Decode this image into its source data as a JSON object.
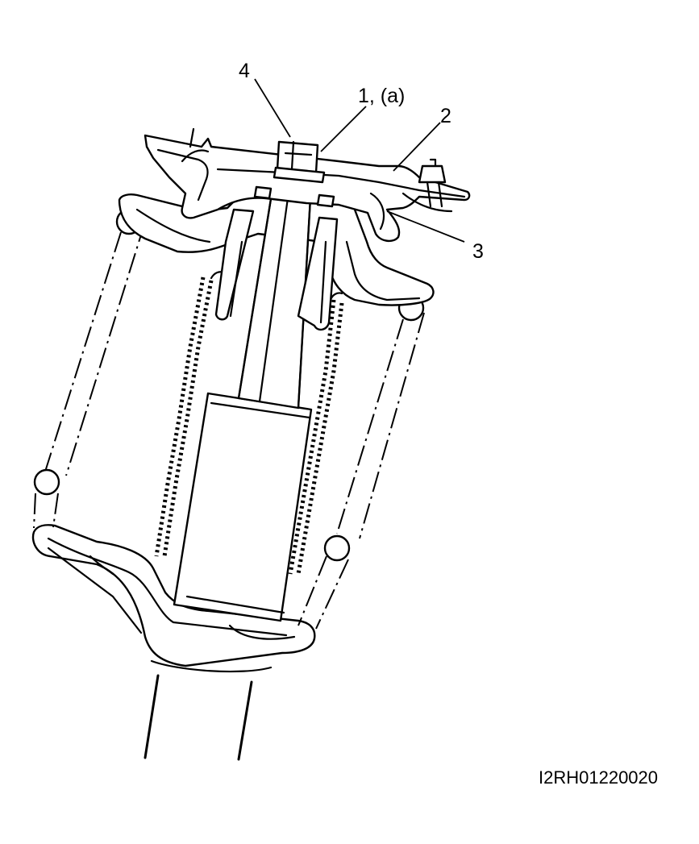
{
  "figure": {
    "callouts": [
      {
        "id": "4",
        "label": "4"
      },
      {
        "id": "1a",
        "label": "1, (a)"
      },
      {
        "id": "2",
        "label": "2"
      },
      {
        "id": "3",
        "label": "3"
      }
    ],
    "figure_code": "I2RH01220020"
  },
  "colors": {
    "line": "#000000",
    "background": "#ffffff"
  }
}
